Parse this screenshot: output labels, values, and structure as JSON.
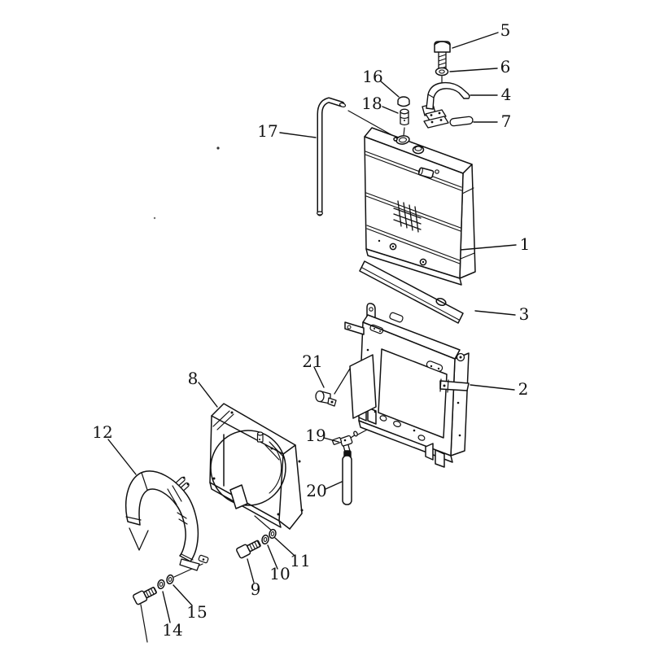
{
  "figure": {
    "type": "exploded-parts-diagram",
    "background_color": "#ffffff",
    "line_color": "#111111",
    "callouts": {
      "n1": {
        "label": "1"
      },
      "n2": {
        "label": "2"
      },
      "n3": {
        "label": "3"
      },
      "n4": {
        "label": "4"
      },
      "n5": {
        "label": "5"
      },
      "n6": {
        "label": "6"
      },
      "n7": {
        "label": "7"
      },
      "n8": {
        "label": "8"
      },
      "n9": {
        "label": "9"
      },
      "n10": {
        "label": "10"
      },
      "n11": {
        "label": "11"
      },
      "n12": {
        "label": "12"
      },
      "n14": {
        "label": "14"
      },
      "n15": {
        "label": "15"
      },
      "n16": {
        "label": "16"
      },
      "n17": {
        "label": "17"
      },
      "n18": {
        "label": "18"
      },
      "n19": {
        "label": "19"
      },
      "n20": {
        "label": "20"
      },
      "n21": {
        "label": "21"
      }
    }
  }
}
